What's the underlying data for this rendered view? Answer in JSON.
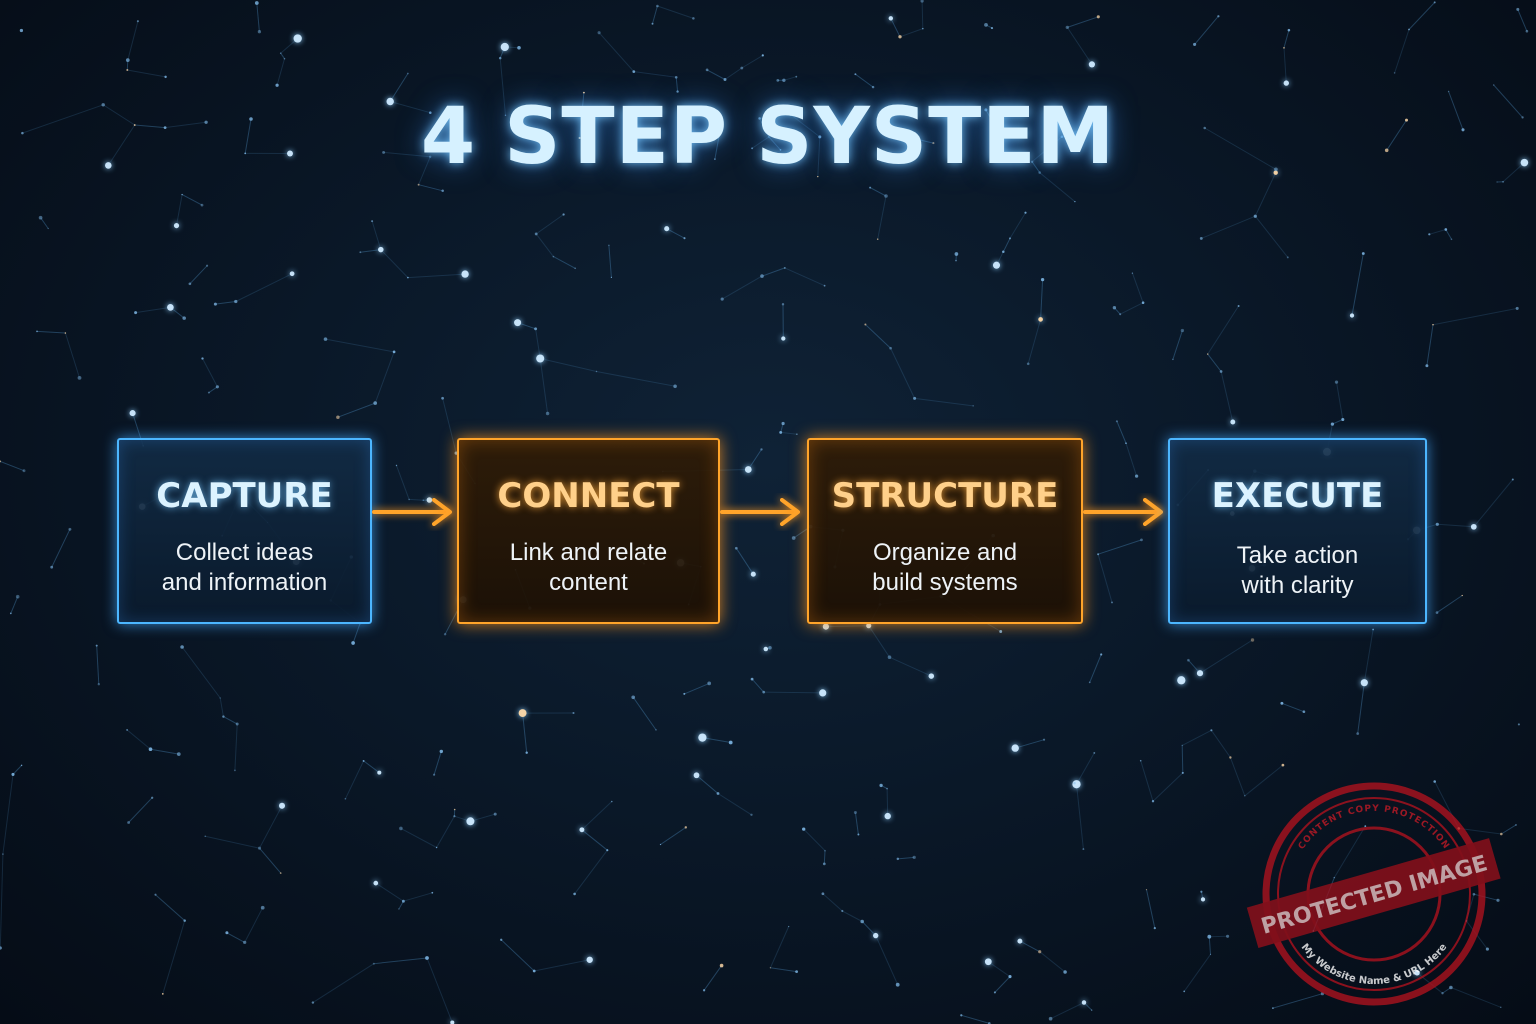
{
  "title": "4 STEP SYSTEM",
  "steps": [
    {
      "title": "CAPTURE",
      "desc_lines": [
        "Collect ideas",
        "and information"
      ],
      "style": "blue"
    },
    {
      "title": "CONNECT",
      "desc_lines": [
        "Link and relate",
        "content"
      ],
      "style": "orange"
    },
    {
      "title": "STRUCTURE",
      "desc_lines": [
        "Organize and",
        "build systems"
      ],
      "style": "orange"
    },
    {
      "title": "EXECUTE",
      "desc_lines": [
        "Take action",
        "with clarity"
      ],
      "style": "blue"
    }
  ],
  "connections": [
    {
      "from": "CAPTURE",
      "to": "CONNECT"
    },
    {
      "from": "CONNECT",
      "to": "STRUCTURE"
    },
    {
      "from": "STRUCTURE",
      "to": "EXECUTE"
    }
  ],
  "watermark": {
    "main_text": "PROTECTED IMAGE",
    "ring_top": "CONTENT COPY PROTECTION",
    "ring_bottom": "My Website Name & URL Here"
  },
  "colors": {
    "blue_accent": "#4cb6ff",
    "orange_accent": "#ffa42a",
    "background": "#0a1828",
    "watermark_red": "#b0121e"
  }
}
